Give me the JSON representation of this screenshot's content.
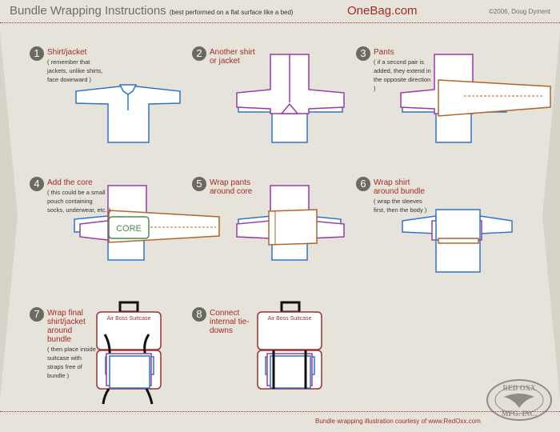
{
  "header": {
    "title": "Bundle Wrapping Instructions",
    "subtitle": "(best performed on a flat surface like a bed)",
    "site": "OneBag.com",
    "copyright": "©2006, Doug Dyment"
  },
  "steps": [
    {
      "number": "1",
      "title": "Shirt/jacket",
      "note": "( remember that jackets, unlike shirts, face downward )"
    },
    {
      "number": "2",
      "title": "Another shirt or jacket",
      "note": ""
    },
    {
      "number": "3",
      "title": "Pants",
      "note": "( if a second pair is added, they extend in the opposite direction )"
    },
    {
      "number": "4",
      "title": "Add the core",
      "note": "( this could be a small pouch containing socks, underwear, etc. )"
    },
    {
      "number": "5",
      "title": "Wrap pants around core",
      "note": ""
    },
    {
      "number": "6",
      "title": "Wrap shirt around bundle",
      "note": "( wrap the sleeves first, then the body )"
    },
    {
      "number": "7",
      "title": "Wrap final shirt/jacket around bundle",
      "note": "( then place inside suitcase with straps free of bundle )"
    },
    {
      "number": "8",
      "title": "Connect internal tie-downs",
      "note": ""
    }
  ],
  "labels": {
    "core": "CORE",
    "suitcase": "Air Boss Suitcase"
  },
  "footer": {
    "credit": "Bundle wrapping illustration courtesy of www.RedOxx.com",
    "logo_text": "RED OXX MFG. INC."
  },
  "colors": {
    "shirt1": "#2f74c8",
    "shirt2": "#9a3aa8",
    "pants": "#b0652a",
    "core": "#4a8a4a",
    "accent": "#a62a24",
    "suitcase": "#9a3030"
  }
}
